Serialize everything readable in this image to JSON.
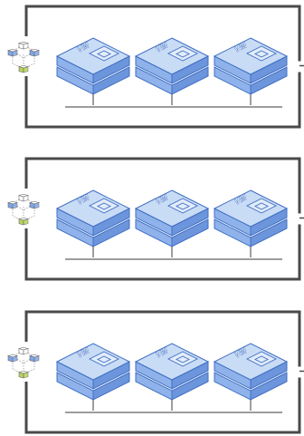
{
  "diagram": {
    "vm_label": "VM",
    "colors": {
      "frame_stroke": "#4a4a4a",
      "vm_top_fill": "#c9dcf6",
      "vm_top_fill_light": "#e2ecfa",
      "vm_side_fill": "#8fb2ea",
      "vm_side_dark": "#6c95dc",
      "vm_outline": "#3f6fc4",
      "vm_text": "#ffffff",
      "bus_line": "#7d7d7d",
      "cube_blue": "#7fa6e6",
      "cube_green": "#b7d35a",
      "cube_outline": "#6a6a6a"
    },
    "clusters": [
      {
        "id": "cluster-1",
        "hosts": [
          {
            "label": "VM"
          },
          {
            "label": "VM"
          },
          {
            "label": "VM"
          }
        ]
      },
      {
        "id": "cluster-2",
        "hosts": [
          {
            "label": "VM"
          },
          {
            "label": "VM"
          },
          {
            "label": "VM"
          }
        ]
      },
      {
        "id": "cluster-3",
        "hosts": [
          {
            "label": "VM"
          },
          {
            "label": "VM"
          },
          {
            "label": "VM"
          }
        ]
      }
    ]
  }
}
